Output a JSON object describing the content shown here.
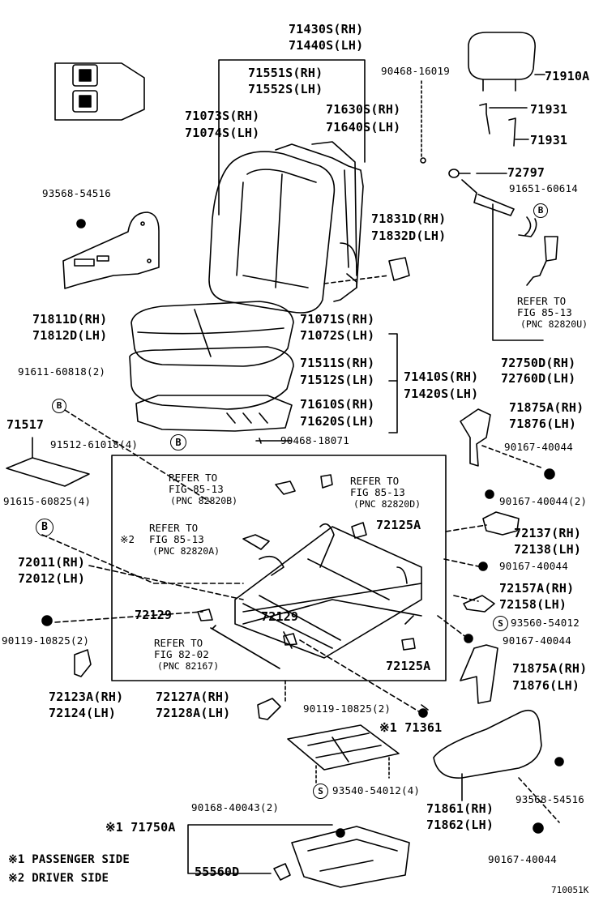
{
  "diagram_id": "710051K",
  "footnotes": {
    "n1": "※1 PASSENGER SIDE",
    "n2": "※2 DRIVER SIDE"
  },
  "labels": {
    "p71430s": "71430S(RH)",
    "p71440s": "71440S(LH)",
    "p71551s": "71551S(RH)",
    "p71552s": "71552S(LH)",
    "p90468a": "90468-16019",
    "p71910a": "71910A",
    "p71931a": "71931",
    "p71931b": "71931",
    "p71073s": "71073S(RH)",
    "p71074s": "71074S(LH)",
    "p71630s": "71630S(RH)",
    "p71640s": "71640S(LH)",
    "p72797": "72797",
    "p93568a": "93568-54516",
    "p91651": "91651-60614",
    "p71831d": "71831D(RH)",
    "p71832d": "71832D(LH)",
    "p71811d": "71811D(RH)",
    "p71812d": "71812D(LH)",
    "p71071s": "71071S(RH)",
    "p71072s": "71072S(LH)",
    "p91611": "91611-60818(2)",
    "p71511s": "71511S(RH)",
    "p71512s": "71512S(LH)",
    "p71410s": "71410S(RH)",
    "p71420s": "71420S(LH)",
    "p72750d": "72750D(RH)",
    "p72760d": "72760D(LH)",
    "p71610s": "71610S(RH)",
    "p71620s": "71620S(LH)",
    "p71875a1": "71875A(RH)",
    "p71876a": "71876(LH)",
    "p71517": "71517",
    "p91512": "91512-61018(4)",
    "p90468b": "90468-18071",
    "p90167a": "90167-40044",
    "p91615": "91615-60825(4)",
    "p90167b": "90167-40044(2)",
    "p72125a1": "72125A",
    "p72137": "72137(RH)",
    "p72138": "72138(LH)",
    "p72011": "72011(RH)",
    "p72012": "72012(LH)",
    "p90167c": "90167-40044",
    "p72157a": "72157A(RH)",
    "p72158": "72158(LH)",
    "p72129a": "72129",
    "p72129b": "72129",
    "p93560": "93560-54012",
    "p90119a": "90119-10825(2)",
    "p90167d": "90167-40044",
    "p72125a2": "72125A",
    "p71875a2": "71875A(RH)",
    "p71876b": "71876(LH)",
    "p72123a": "72123A(RH)",
    "p72124": "72124(LH)",
    "p72127a": "72127A(RH)",
    "p72128a": "72128A(LH)",
    "p90119b": "90119-10825(2)",
    "p71361": "※1 71361",
    "p93540": "93540-54012(4)",
    "p93568b": "93568-54516",
    "p71861": "71861(RH)",
    "p71862": "71862(LH)",
    "p90168": "90168-40043(2)",
    "p71750a": "※1 71750A",
    "p90167e": "90167-40044",
    "p55560d": "55560D"
  },
  "refs": {
    "r1a": "REFER TO",
    "r1b": "FIG 85-13",
    "r1c": "(PNC 82820U)",
    "r2a": "REFER TO",
    "r2b": "FIG 85-13",
    "r2c": "(PNC 82820B)",
    "r3a": "REFER TO",
    "r3b": "FIG 85-13",
    "r3c": "(PNC 82820D)",
    "r4a": "REFER TO",
    "r4b": "FIG 85-13",
    "r4c": "(PNC 82820A)",
    "r4m": "※2",
    "r5a": "REFER TO",
    "r5b": "FIG 82-02",
    "r5c": "(PNC 82167)"
  },
  "markers": {
    "B": "B",
    "S": "S"
  }
}
